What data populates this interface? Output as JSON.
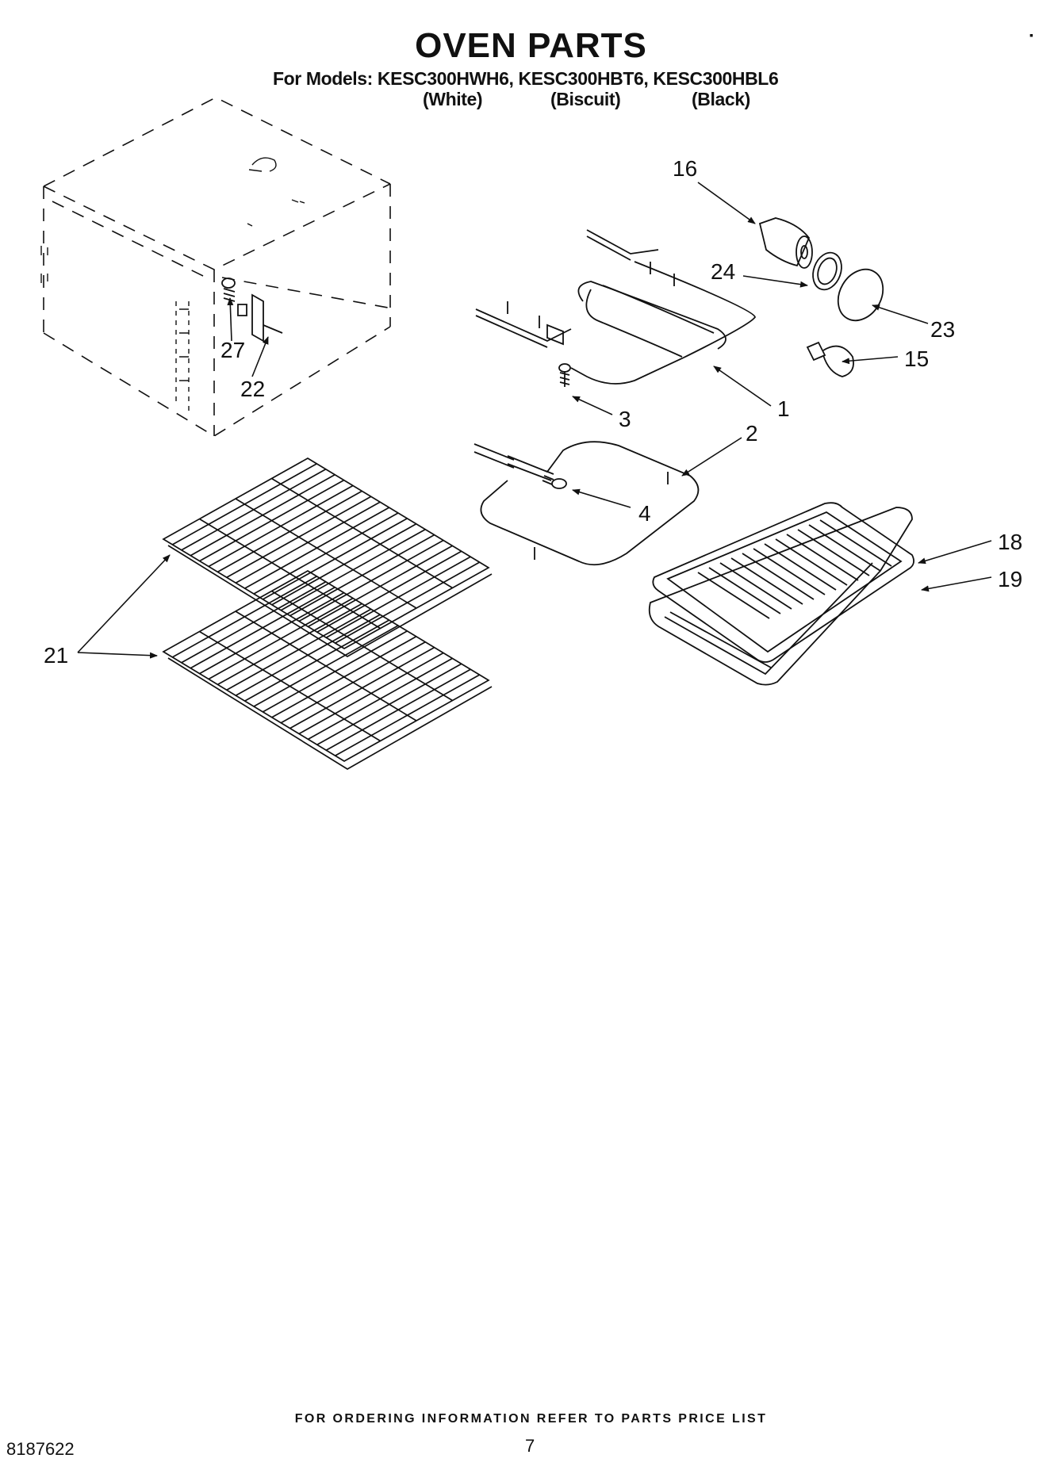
{
  "header": {
    "title": "OVEN PARTS",
    "models_line": "For Models: KESC300HWH6, KESC300HBT6, KESC300HBL6",
    "colors": [
      "(White)",
      "(Biscuit)",
      "(Black)"
    ]
  },
  "callouts": [
    "16",
    "24",
    "23",
    "15",
    "1",
    "3",
    "2",
    "4",
    "27",
    "22",
    "18",
    "19",
    "21"
  ],
  "footer": {
    "ordering_note": "FOR ORDERING INFORMATION REFER TO PARTS PRICE LIST",
    "doc_number": "8187622",
    "page_number": "7"
  }
}
